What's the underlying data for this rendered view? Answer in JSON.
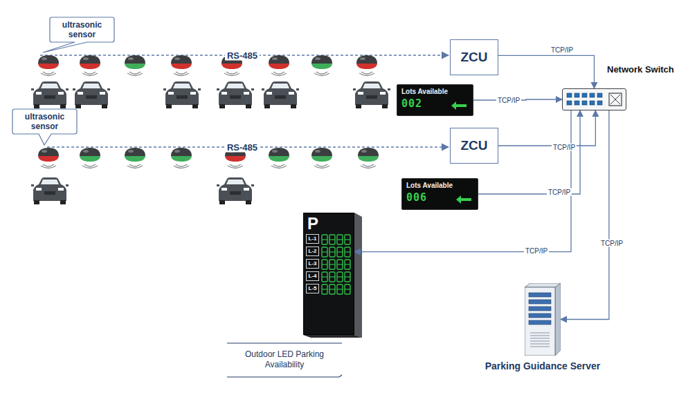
{
  "diagram": {
    "nodes": [
      {
        "text": [
          "ultrasonic sensor"
        ]
      },
      {
        "text": [
          "ZCU"
        ]
      },
      {
        "text": [
          "Network Switch"
        ]
      },
      {
        "text": [
          "Lots Available",
          "002"
        ]
      },
      {
        "text": [
          "ultrasonic sensor"
        ]
      },
      {
        "text": [
          "ZCU"
        ]
      },
      {
        "text": [
          "Lots Available",
          "006"
        ]
      },
      {
        "text": [
          "P",
          "L-1",
          "L-2",
          "L-3",
          "L-4",
          "L-5"
        ]
      },
      {
        "text": [
          "Parking Guidance Server"
        ]
      }
    ],
    "edges": [
      {
        "from": 1,
        "to": 2,
        "arrow": "to",
        "label": "TCP/IP"
      },
      {
        "from": 3,
        "to": 2,
        "arrow": "to",
        "label": "TCP/IP"
      },
      {
        "from": 5,
        "to": 2,
        "arrow": "to",
        "label": "TCP/IP"
      },
      {
        "from": 6,
        "to": 2,
        "arrow": "to",
        "label": "TCP/IP"
      },
      {
        "from": 2,
        "to": 7,
        "arrow": "to",
        "label": "TCP/IP"
      },
      {
        "from": 2,
        "to": 8,
        "arrow": "to",
        "label": "TCP/IP"
      }
    ],
    "labels": [
      "RS-485",
      "RS-485",
      "Outdoor LED Parking Availability"
    ]
  }
}
